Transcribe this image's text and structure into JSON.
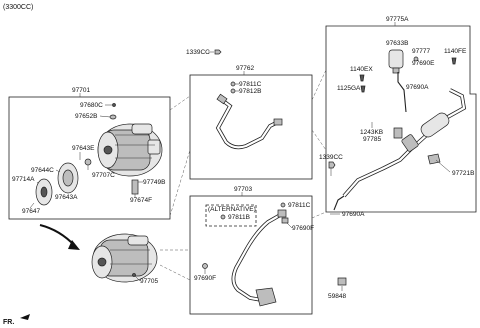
{
  "header": {
    "variant": "(3300CC)"
  },
  "footer": {
    "direction": "FR."
  },
  "labels": {
    "compressor_assy": "97701",
    "p97680C": "97680C",
    "p97652B": "97652B",
    "p97643E": "97643E",
    "p97644C": "97644C",
    "p97714A": "97714A",
    "p97707C": "97707C",
    "p97643A": "97643A",
    "p97647": "97647",
    "p97749B": "97749B",
    "p97674F": "97674F",
    "p97705": "97705",
    "p1339CC_top": "1339CC",
    "hose_top": "97762",
    "p97811C_top": "97811C",
    "p97812B": "97812B",
    "hose_bottom": "97703",
    "alternative": "(ALTERNATIVE)",
    "p97811B": "97811B",
    "p97811C_bot": "97811C",
    "p97690F_right": "97690F",
    "p97690F_left": "97690F",
    "p59848": "59848",
    "p1339CC_mid": "1339CC",
    "p97690A_bot": "97690A",
    "receiver_assy": "97775A",
    "p97633B": "97633B",
    "p97777": "97777",
    "p1140FE": "1140FE",
    "p97690E": "97690E",
    "p1140EX": "1140EX",
    "p97690A_top": "97690A",
    "p1125GA": "1125GA",
    "p1243KB": "1243KB",
    "p97785": "97785",
    "p97721B": "97721B"
  }
}
